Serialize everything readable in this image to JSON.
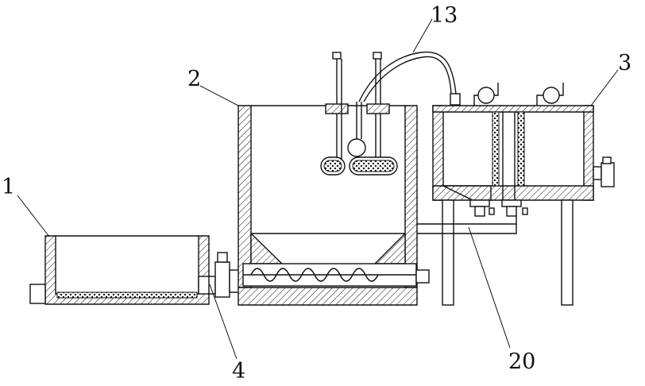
{
  "labels": {
    "l1": "1",
    "l2": "2",
    "l3": "3",
    "l4": "4",
    "l13": "13",
    "l20": "20"
  }
}
